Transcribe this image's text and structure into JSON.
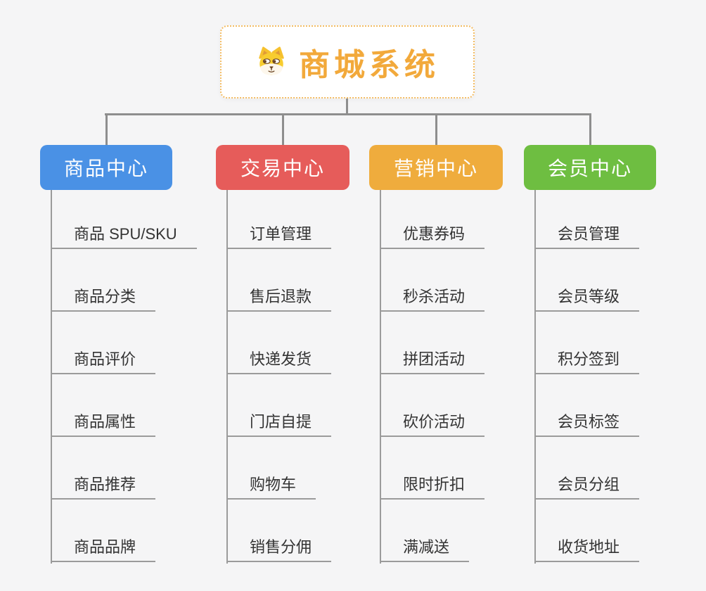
{
  "root": {
    "title": "商城系统",
    "icon": "shiba-dog-icon"
  },
  "theme": {
    "background": "#f5f5f6",
    "connector_color": "#8e8e8e",
    "leaf_line_color": "#9b9b9b",
    "leaf_text_color": "#333333",
    "root_text_color": "#f2a93b",
    "root_border_color": "#f3bc63"
  },
  "branches": [
    {
      "label": "商品中心",
      "color": "#4a91e5",
      "items": [
        "商品 SPU/SKU",
        "商品分类",
        "商品评价",
        "商品属性",
        "商品推荐",
        "商品品牌"
      ]
    },
    {
      "label": "交易中心",
      "color": "#e65c5a",
      "items": [
        "订单管理",
        "售后退款",
        "快递发货",
        "门店自提",
        "购物车",
        "销售分佣"
      ]
    },
    {
      "label": "营销中心",
      "color": "#efac3d",
      "items": [
        "优惠券码",
        "秒杀活动",
        "拼团活动",
        "砍价活动",
        "限时折扣",
        "满减送"
      ]
    },
    {
      "label": "会员中心",
      "color": "#6ebe41",
      "items": [
        "会员管理",
        "会员等级",
        "积分签到",
        "会员标签",
        "会员分组",
        "收货地址"
      ]
    }
  ]
}
